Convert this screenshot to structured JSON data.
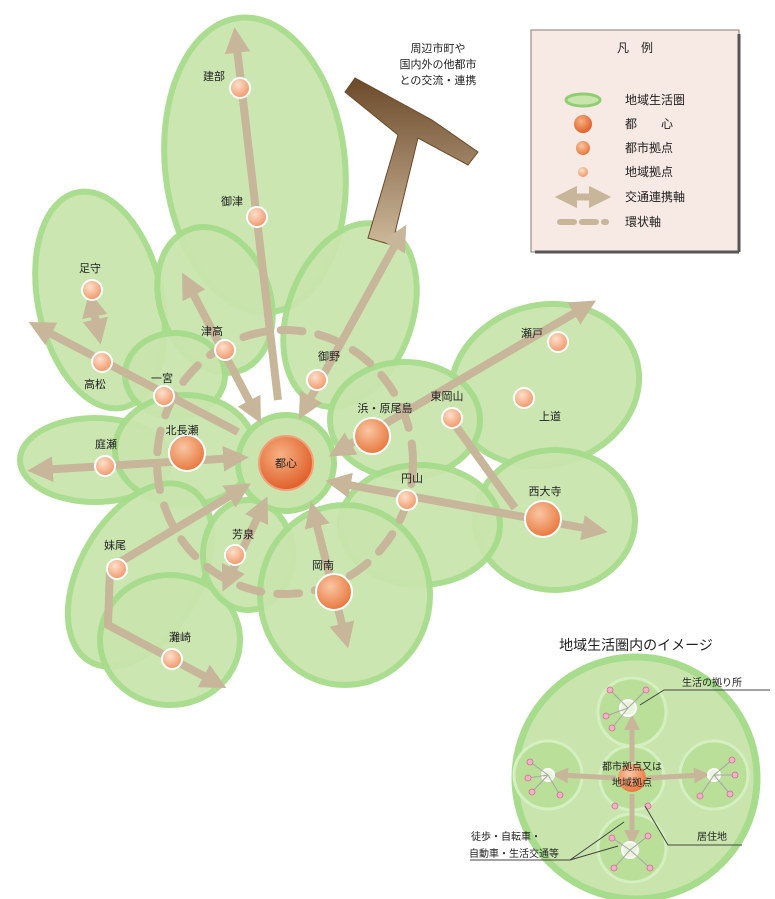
{
  "external_note": [
    "周辺市町や",
    "国内外の他都市",
    "との交流・連携"
  ],
  "legend": {
    "title": "凡　例",
    "items": [
      {
        "label": "地域生活圏",
        "icon": "zone-ellipse-icon"
      },
      {
        "label": "都　　心",
        "icon": "city-center-dot-icon"
      },
      {
        "label": "都市拠点",
        "icon": "urban-hub-dot-icon"
      },
      {
        "label": "地域拠点",
        "icon": "area-hub-dot-icon"
      },
      {
        "label": "交通連携軸",
        "icon": "transport-axis-arrow-icon"
      },
      {
        "label": "環状軸",
        "icon": "ring-axis-dash-icon"
      }
    ]
  },
  "center_label": "都心",
  "places": {
    "tatebe": "建部",
    "mitsu": "御津",
    "ashimori": "足守",
    "takamatsu": "高松",
    "ichinomiya": "一宮",
    "tsudaka": "津高",
    "mino": "御野",
    "niwase": "庭瀬",
    "kitanagase": "北長瀬",
    "hama": "浜・原尾島",
    "higashiokayama": "東岡山",
    "seto": "瀬戸",
    "joto": "上道",
    "maruyama": "円山",
    "saidaiji": "西大寺",
    "senoo": "妹尾",
    "hosen": "芳泉",
    "konan": "岡南",
    "senzaki": "灘崎"
  },
  "inset": {
    "title": "地域生活圏内のイメージ",
    "hub_label": [
      "都市拠点又は",
      "地域拠点"
    ],
    "spot_label": "生活の拠り所",
    "residence_label": "居住地",
    "transport_label": [
      "徒歩・自転車・",
      "自動車・生活交通等"
    ]
  },
  "colors": {
    "zone_fill": "#c9e5ad",
    "zone_edge": "#8fcf73",
    "center": "#e8703a",
    "hub": "#ef8a55",
    "axis": "#c8b69a",
    "external_arrow": "#7a5a3a",
    "legend_bg": "#f7e9e3"
  }
}
